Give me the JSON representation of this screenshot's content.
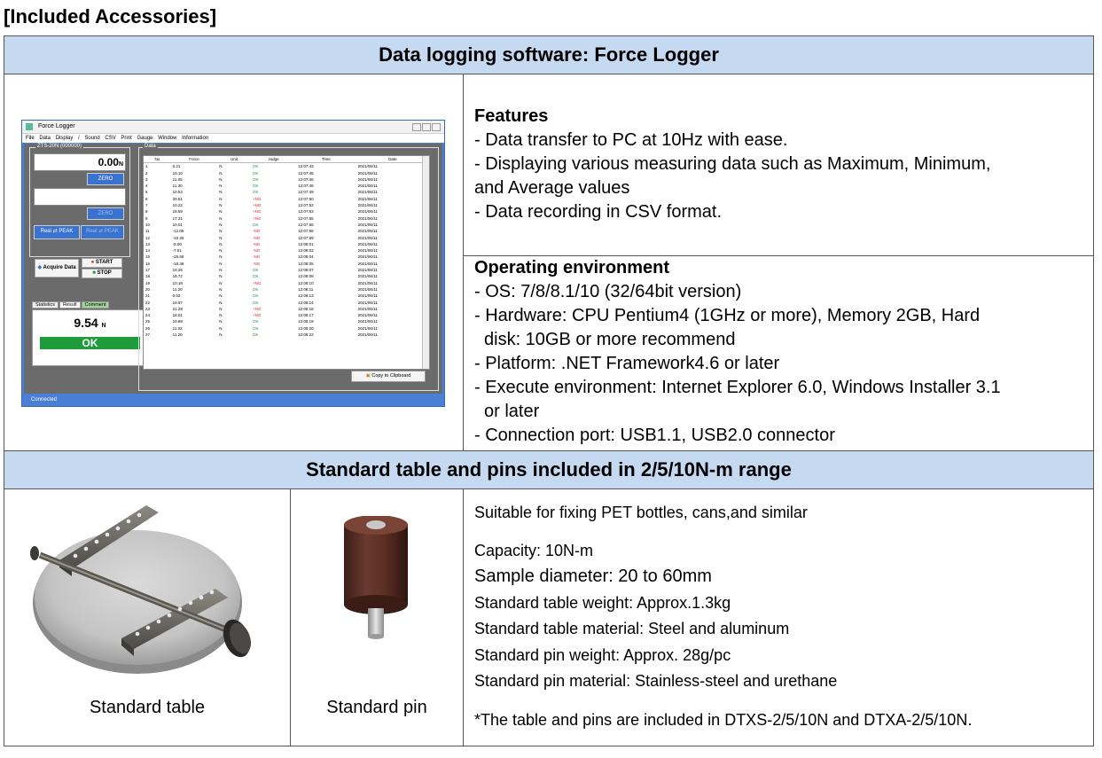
{
  "heading": "[Included Accessories]",
  "section1": {
    "title": "Data logging software: Force Logger",
    "features": {
      "title": "Features",
      "lines": [
        "- Data transfer to PC at 10Hz with ease.",
        "- Displaying various measuring data such as Maximum, Minimum,",
        "and Average values",
        "- Data recording in CSV format."
      ]
    },
    "environment": {
      "title": "Operating environment",
      "lines": [
        "- OS: 7/8/8.1/10 (32/64bit version)",
        "- Hardware: CPU Pentium4 (1GHz or more), Memory 2GB, Hard",
        "disk: 10GB or more recommend",
        "- Platform: .NET Framework4.6 or later",
        "- Execute environment: Internet Explorer 6.0, Windows Installer 3.1",
        "or later",
        "- Connection port: USB1.1, USB2.0 connector"
      ]
    }
  },
  "software": {
    "window_title": "Force Logger",
    "menu": [
      "File",
      "Data",
      "Display / Sound",
      "CSV",
      "Print",
      "Gauge",
      "Window",
      "Information"
    ],
    "gauge_panel_title": "ZTS-20N (000000)",
    "reading": "0.00",
    "reading_unit": "N",
    "zero_label": "ZERO",
    "zero2_label": "ZERO",
    "peak_button": "Real ⇄ PEAK",
    "real_button": "Real ⇄ PEAK",
    "acquire_label": "Acquire Data",
    "start_label": "START",
    "stop_label": "STOP",
    "tabs": [
      "Statistics",
      "Result",
      "Comment"
    ],
    "result_value": "9.54",
    "result_unit": "N",
    "judge": "OK",
    "data_panel_title": "Data",
    "columns": [
      "No",
      "Force",
      "Unit",
      "Judge",
      "Time",
      "Date"
    ],
    "rows": [
      [
        "1",
        "0.21",
        "N",
        "OK",
        "12:07:43",
        "2021/06/11"
      ],
      [
        "2",
        "10.10",
        "N",
        "OK",
        "12:07:45",
        "2021/06/11"
      ],
      [
        "3",
        "11.05",
        "N",
        "OK",
        "12:07:46",
        "2021/06/11"
      ],
      [
        "4",
        "11.30",
        "N",
        "OK",
        "12:07:48",
        "2021/06/11"
      ],
      [
        "5",
        "10.53",
        "N",
        "OK",
        "12:07:49",
        "2021/06/11"
      ],
      [
        "6",
        "20.51",
        "N",
        "+NG",
        "12:07:50",
        "2021/06/11"
      ],
      [
        "7",
        "10.22",
        "N",
        "+NG",
        "12:07:52",
        "2021/06/11"
      ],
      [
        "8",
        "18.59",
        "N",
        "+NG",
        "12:07:53",
        "2021/06/11"
      ],
      [
        "9",
        "17.31",
        "N",
        "+NG",
        "12:07:55",
        "2021/06/11"
      ],
      [
        "10",
        "10.01",
        "N",
        "OK",
        "12:07:56",
        "2021/06/11"
      ],
      [
        "11",
        "-12.05",
        "N",
        "-NG",
        "12:07:58",
        "2021/06/11"
      ],
      [
        "12",
        "-10.35",
        "N",
        "-NG",
        "12:07:59",
        "2021/06/11"
      ],
      [
        "13",
        "-8.00",
        "N",
        "-NG",
        "12:08:01",
        "2021/06/11"
      ],
      [
        "14",
        "-7.51",
        "N",
        "-NG",
        "12:08:02",
        "2021/06/11"
      ],
      [
        "15",
        "-15.68",
        "N",
        "-NG",
        "12:08:04",
        "2021/06/11"
      ],
      [
        "16",
        "-18.48",
        "N",
        "-NG",
        "12:08:05",
        "2021/06/11"
      ],
      [
        "17",
        "10.26",
        "N",
        "OK",
        "12:08:07",
        "2021/06/11"
      ],
      [
        "18",
        "18.72",
        "N",
        "OK",
        "12:08:08",
        "2021/06/11"
      ],
      [
        "19",
        "10.18",
        "N",
        "+NG",
        "12:08:10",
        "2021/06/11"
      ],
      [
        "20",
        "11.20",
        "N",
        "OK",
        "12:08:11",
        "2021/06/11"
      ],
      [
        "21",
        "0.02",
        "N",
        "OK",
        "12:08:13",
        "2021/06/11"
      ],
      [
        "22",
        "19.97",
        "N",
        "OK",
        "12:08:14",
        "2021/06/11"
      ],
      [
        "23",
        "21.28",
        "N",
        "+NG",
        "12:08:16",
        "2021/06/11"
      ],
      [
        "24",
        "18.01",
        "N",
        "+NG",
        "12:08:17",
        "2021/06/11"
      ],
      [
        "25",
        "10.98",
        "N",
        "OK",
        "12:08:19",
        "2021/06/11"
      ],
      [
        "26",
        "11.02",
        "N",
        "OK",
        "12:08:20",
        "2021/06/11"
      ],
      [
        "27",
        "11.20",
        "N",
        "OK",
        "12:08:22",
        "2021/06/11"
      ]
    ],
    "copy_label": "Copy to Clipboard",
    "status": "Connected"
  },
  "section2": {
    "title": "Standard table and pins included in 2/5/10N-m range",
    "table_caption": "Standard table",
    "pin_caption": "Standard pin",
    "intro": "Suitable for fixing PET bottles, cans,and similar",
    "specs": [
      "Capacity: 10N-m",
      "Sample diameter: 20 to 60mm",
      "Standard table weight: Approx.1.3kg",
      "Standard table material: Steel and aluminum",
      "Standard pin weight: Approx. 28g/pc",
      "Standard pin material: Stainless-steel and urethane"
    ],
    "note": "*The table and pins are included in DTXS-2/5/10N and DTXA-2/5/10N."
  }
}
